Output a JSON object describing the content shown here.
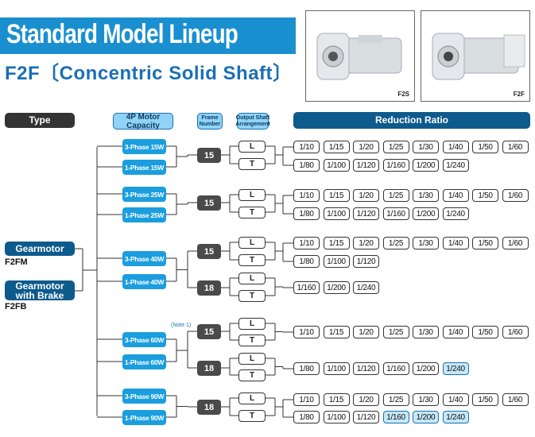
{
  "title": "Standard Model Lineup",
  "subtitle": "F2F〔Concentric Solid Shaft〕",
  "photos": [
    {
      "label": "F2S",
      "icon": "gearmotor-photo-icon"
    },
    {
      "label": "F2F",
      "icon": "gearmotor-photo-icon"
    }
  ],
  "headers": {
    "type": "Type",
    "capacity": "4P Motor Capacity",
    "frame": "Frame Number",
    "shaft": "Output Shaft Arrangement",
    "ratio": "Reduction Ratio"
  },
  "types": [
    {
      "label": "Gearmotor",
      "code": "F2FM"
    },
    {
      "label": "Gearmotor with Brake",
      "code": "F2FB"
    }
  ],
  "note": "(Note 1)",
  "groups": [
    {
      "caps": [
        "3-Phase 15W",
        "1-Phase 15W"
      ],
      "frames": [
        {
          "frame": "15",
          "shafts": [
            "L",
            "T"
          ],
          "rows": [
            [
              "1/10",
              "1/15",
              "1/20",
              "1/25",
              "1/30",
              "1/40",
              "1/50",
              "1/60"
            ],
            [
              "1/80",
              "1/100",
              "1/120",
              "1/160",
              "1/200",
              "1/240"
            ]
          ],
          "highlight": []
        }
      ]
    },
    {
      "caps": [
        "3-Phase 25W",
        "1-Phase 25W"
      ],
      "frames": [
        {
          "frame": "15",
          "shafts": [
            "L",
            "T"
          ],
          "rows": [
            [
              "1/10",
              "1/15",
              "1/20",
              "1/25",
              "1/30",
              "1/40",
              "1/50",
              "1/60"
            ],
            [
              "1/80",
              "1/100",
              "1/120",
              "1/160",
              "1/200",
              "1/240"
            ]
          ],
          "highlight": []
        }
      ]
    },
    {
      "caps": [
        "3-Phase 40W",
        "1-Phase 40W"
      ],
      "frames": [
        {
          "frame": "15",
          "shafts": [
            "L",
            "T"
          ],
          "rows": [
            [
              "1/10",
              "1/15",
              "1/20",
              "1/25",
              "1/30",
              "1/40",
              "1/50",
              "1/60"
            ],
            [
              "1/80",
              "1/100",
              "1/120"
            ]
          ],
          "highlight": []
        },
        {
          "frame": "18",
          "shafts": [
            "L",
            "T"
          ],
          "rows": [
            [
              "1/160",
              "1/200",
              "1/240"
            ]
          ],
          "highlight": []
        }
      ]
    },
    {
      "caps": [
        "3-Phase 60W",
        "1-Phase 60W"
      ],
      "frames": [
        {
          "frame": "15",
          "shafts": [
            "L",
            "T"
          ],
          "rows": [
            [
              "1/10",
              "1/15",
              "1/20",
              "1/25",
              "1/30",
              "1/40",
              "1/50",
              "1/60"
            ]
          ],
          "highlight": []
        },
        {
          "frame": "18",
          "shafts": [
            "L",
            "T"
          ],
          "rows": [
            [
              "1/80",
              "1/100",
              "1/120",
              "1/160",
              "1/200",
              "1/240"
            ]
          ],
          "highlight": [
            "1/240"
          ]
        }
      ]
    },
    {
      "caps": [
        "3-Phase 90W",
        "1-Phase 90W"
      ],
      "frames": [
        {
          "frame": "18",
          "shafts": [
            "L",
            "T"
          ],
          "rows": [
            [
              "1/10",
              "1/15",
              "1/20",
              "1/25",
              "1/30",
              "1/40",
              "1/50",
              "1/60"
            ],
            [
              "1/80",
              "1/100",
              "1/120",
              "1/160",
              "1/200",
              "1/240"
            ]
          ],
          "highlight": [
            "1/160",
            "1/200",
            "1/240"
          ]
        }
      ]
    }
  ]
}
